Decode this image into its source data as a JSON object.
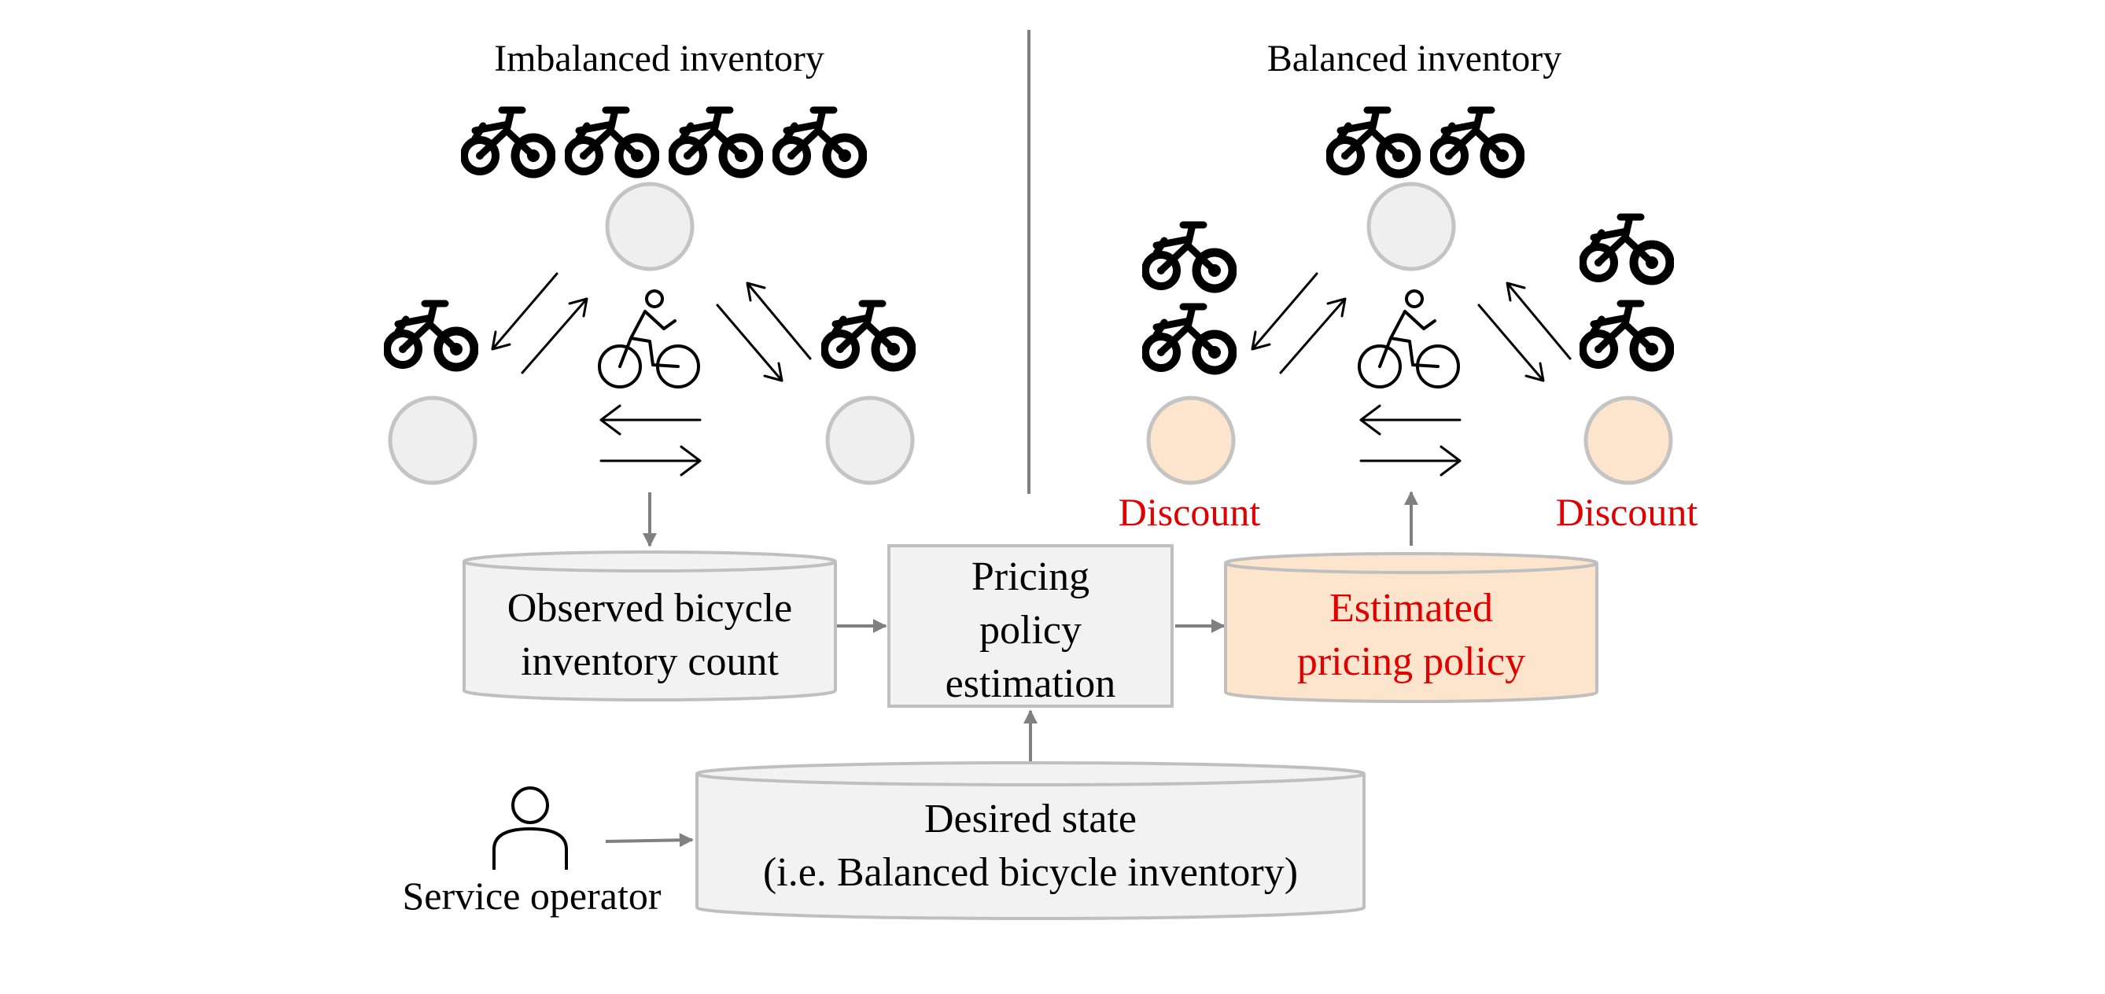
{
  "titles": {
    "left": "Imbalanced inventory",
    "right": "Balanced inventory"
  },
  "discount_labels": [
    "Discount",
    "Discount"
  ],
  "boxes": {
    "observed": [
      "Observed bicycle",
      "inventory count"
    ],
    "estimation": [
      "Pricing",
      "policy",
      "estimation"
    ],
    "estimated": [
      "Estimated",
      "pricing policy"
    ],
    "desired": [
      "Desired state",
      "(i.e. Balanced bicycle inventory)"
    ]
  },
  "operator_label": "Service operator",
  "colors": {
    "station_fill": "#efefef",
    "station_stroke": "#c4c4c4",
    "discount_station_fill": "#fde5cd",
    "box_fill": "#f2f2f2",
    "box_stroke": "#bfbfbf",
    "estimated_fill": "#fde5cd",
    "highlight_text": "#e00000",
    "arrow_gray": "#808080",
    "icon": "#000000"
  },
  "icons": [
    "bicycle-icon",
    "cyclist-icon",
    "person-icon"
  ]
}
